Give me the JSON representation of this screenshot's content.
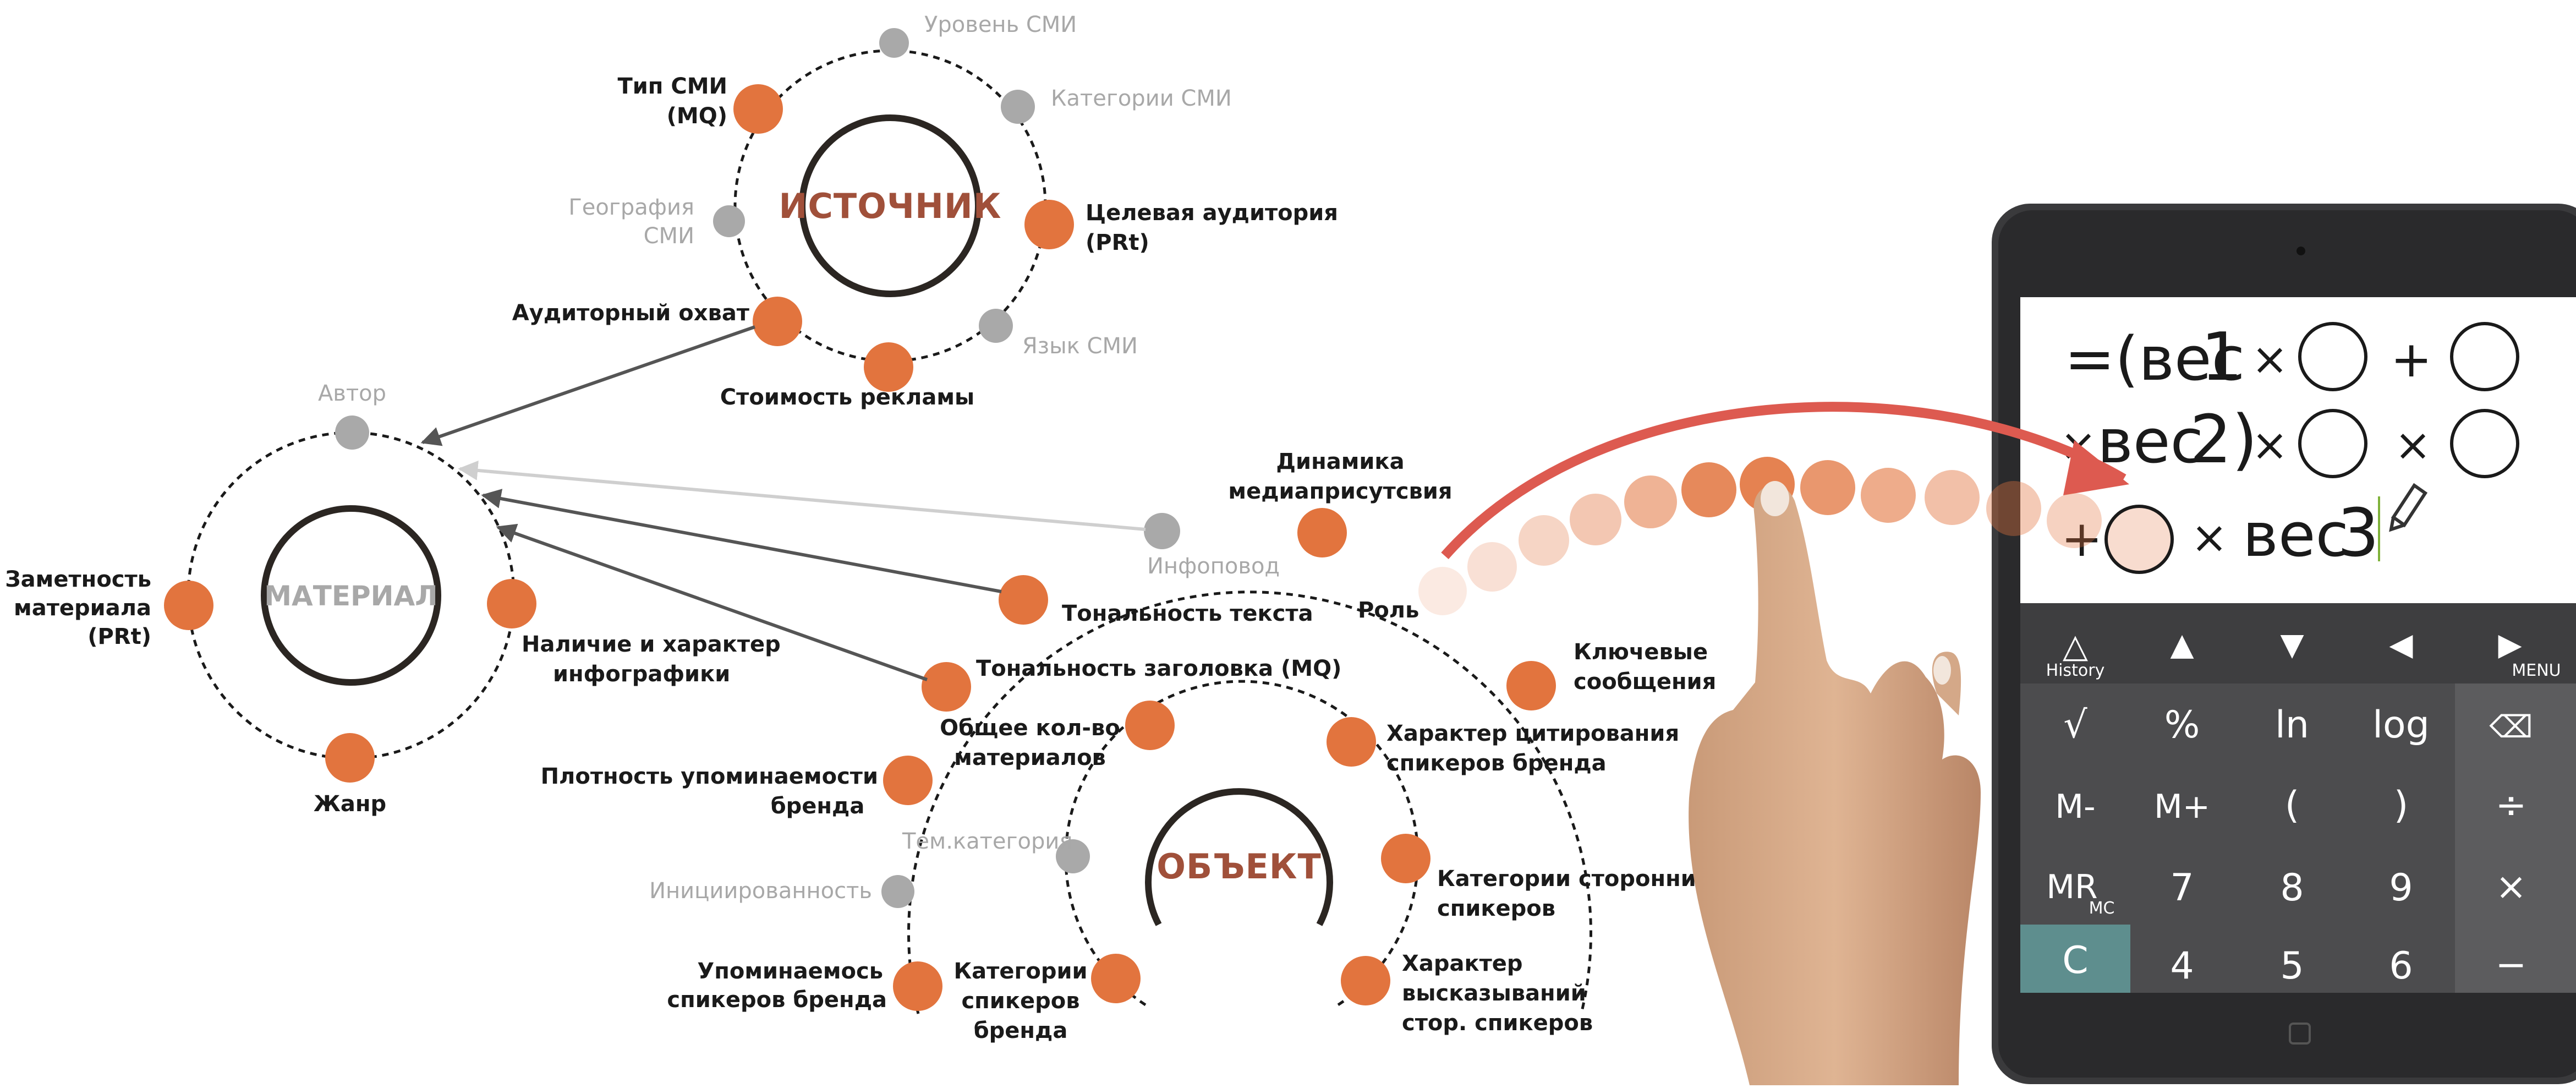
{
  "diagram": {
    "source": {
      "title": "ИСТОЧНИК",
      "nodes": {
        "media_level": "Уровень СМИ",
        "media_type": [
          "Тип СМИ",
          "(MQ)"
        ],
        "media_categories": "Категории СМИ",
        "media_geo": [
          "География",
          "СМИ"
        ],
        "target_audience": [
          "Целевая аудитория",
          "(PRt)"
        ],
        "audience_reach": "Аудиторный охват",
        "media_language": "Язык СМИ",
        "ad_cost": "Стоимость рекламы"
      }
    },
    "material": {
      "title": "МАТЕРИАЛ",
      "nodes": {
        "author": "Автор",
        "visibility": [
          "Заметность",
          "материала",
          "(PRt)"
        ],
        "infographics": [
          "Наличие и характер",
          "инфографики"
        ],
        "genre": "Жанр"
      }
    },
    "object": {
      "title": "ОБЪЕКТ",
      "nodes": {
        "presence_dynamics": [
          "Динамика",
          "медиаприсутсвия"
        ],
        "news_hook": "Инфоповод",
        "text_tonality": "Тональность текста",
        "role": "Роль",
        "key_messages": [
          "Ключевые",
          "сообщения"
        ],
        "headline_tonality": "Тональность заголовка (MQ)",
        "total_materials": [
          "Общее кол-во",
          "материалов"
        ],
        "quoting": [
          "Характер цитирования",
          "спикеров бренда"
        ],
        "mention_density": [
          "Плотность упоминаемости",
          "бренда"
        ],
        "topic_category": "Тем.категория",
        "third_party_categories": [
          "Категории сторонних",
          "спикеров"
        ],
        "initiation": "Инициированность",
        "speaker_mentions": [
          "Упоминаемось",
          "спикеров бренда"
        ],
        "speaker_categories": [
          "Категории",
          "спикеров",
          "бренда"
        ],
        "third_party_statements": [
          "Характер",
          "высказываний",
          "стор. спикеров"
        ]
      }
    }
  },
  "calculator": {
    "formula": {
      "line1": [
        "=(вес",
        "1",
        "×",
        "+"
      ],
      "line2": [
        "×",
        "вес",
        "2)",
        "×",
        "×"
      ],
      "line3": [
        "+",
        "×",
        "вес",
        "3"
      ]
    },
    "nav_keys": [
      {
        "glyph": "△",
        "sub": "History"
      },
      {
        "glyph": "▲",
        "sub": ""
      },
      {
        "glyph": "▼",
        "sub": ""
      },
      {
        "glyph": "◀",
        "sub": ""
      },
      {
        "glyph": "▶",
        "sub": "MENU"
      }
    ],
    "keys_row1": [
      "√",
      "%",
      "ln",
      "log",
      "⌫"
    ],
    "keys_row2": [
      "M-",
      "M+",
      "(",
      ")",
      "÷"
    ],
    "keys_row3": [
      "MR",
      "7",
      "8",
      "9",
      "×"
    ],
    "keys_row3_sub": "MC",
    "keys_row4": [
      "C",
      "4",
      "5",
      "6",
      "−"
    ],
    "colors": {
      "accent": "#e2743e",
      "arrow_red": "#dd5a50",
      "title_brown": "#a0503a",
      "key_teal": "#5e8e8e"
    }
  }
}
